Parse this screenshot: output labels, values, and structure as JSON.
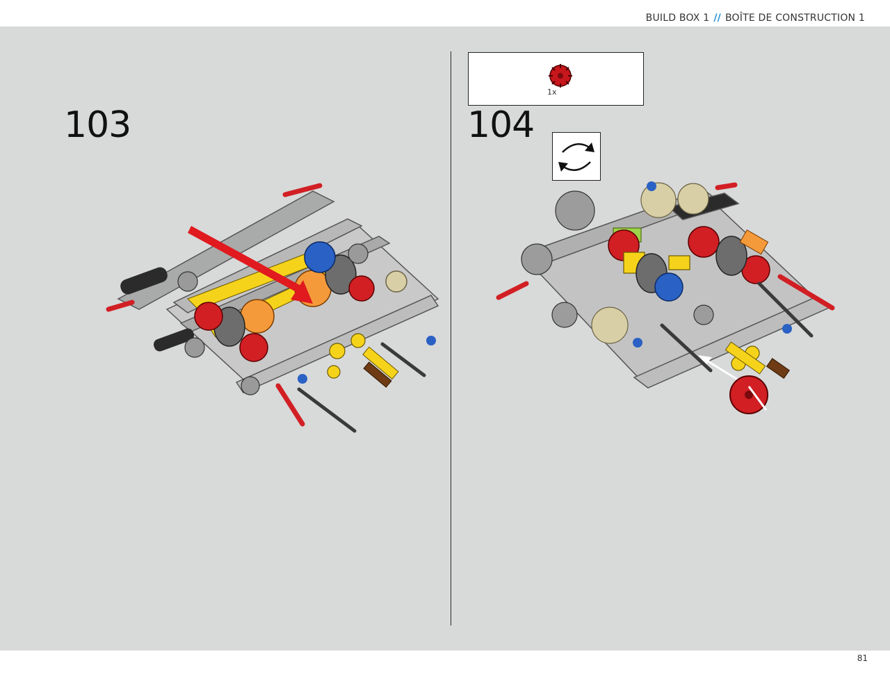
{
  "header": {
    "left_label": "BUILD BOX 1",
    "separator": "//",
    "right_label": "BOÎTE DE CONSTRUCTION 1",
    "accent_color": "#1f8fd8"
  },
  "steps": [
    {
      "number": "103"
    },
    {
      "number": "104",
      "parts_callout": {
        "quantity": "1x",
        "part_icon": "red-gear-icon"
      },
      "rotate_icon": "rotate-model-icon"
    }
  ],
  "footer": {
    "page_number": "81"
  }
}
